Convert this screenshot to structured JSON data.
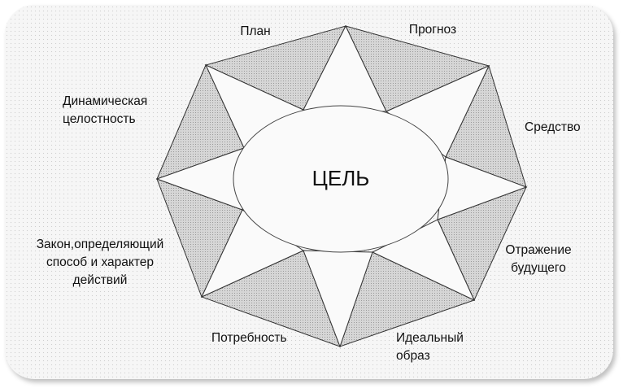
{
  "center_label": "ЦЕЛЬ",
  "labels": {
    "plan": "План",
    "forecast": "Прогноз",
    "means": "Средство",
    "future_reflection": [
      "Отражение",
      "будущего"
    ],
    "ideal_image": [
      "Идеальный",
      "образ"
    ],
    "need": "Потребность",
    "law": [
      "Закон,определяющий",
      "способ и характер",
      "действий"
    ],
    "dynamic_integrity": [
      "Динамическая",
      "целостность"
    ]
  },
  "colors": {
    "shade": "#c8c8c8",
    "line": "#333333"
  }
}
